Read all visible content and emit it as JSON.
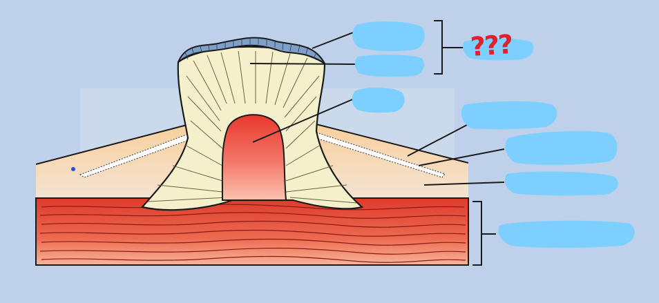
{
  "diagram": {
    "question_text": "???",
    "colors": {
      "background": "#bfd1ea",
      "label_blob": "#7dcfff",
      "dentin": "#f5f0cc",
      "enamel": "#7f9fc6",
      "pulp": "#ec4a3a",
      "muscle": "#e04a38",
      "gum": "#f8d7b0",
      "question_mark": "#e0202a"
    },
    "hidden_labels": [
      "label-1-enamel-cap",
      "label-2-dentin",
      "label-3-pulp",
      "label-4-outer-layer",
      "label-5-inner-layer",
      "label-6-connective-tissue",
      "label-7-muscle-layer"
    ]
  }
}
